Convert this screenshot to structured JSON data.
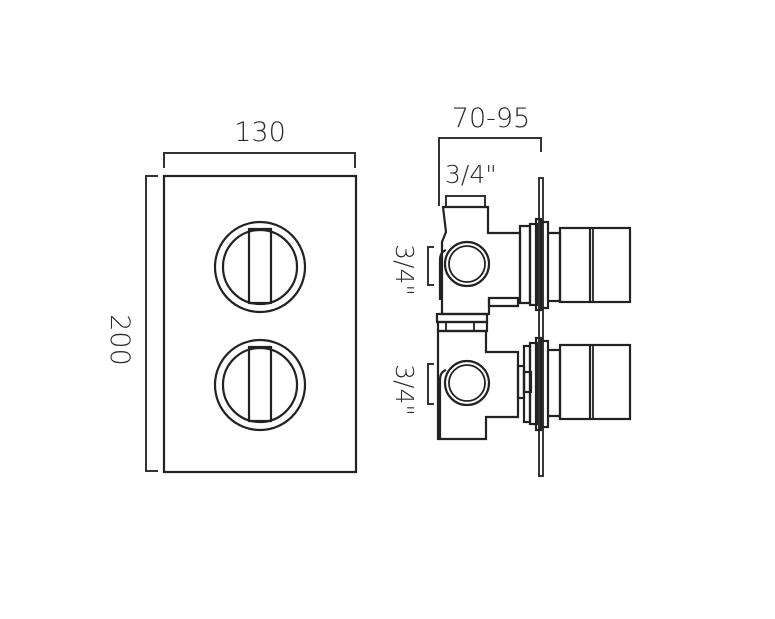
{
  "drawing": {
    "front_view": {
      "width_label": "130",
      "height_label": "200",
      "controls": [
        {
          "name": "upper-dial"
        },
        {
          "name": "lower-dial"
        }
      ]
    },
    "side_view": {
      "depth_label": "70-95",
      "top_outlet_label": "3/4\"",
      "upper_inlet_label": "3/4\"",
      "lower_inlet_label": "3/4\""
    },
    "colors": {
      "line": "#222222",
      "background": "#ffffff"
    }
  }
}
